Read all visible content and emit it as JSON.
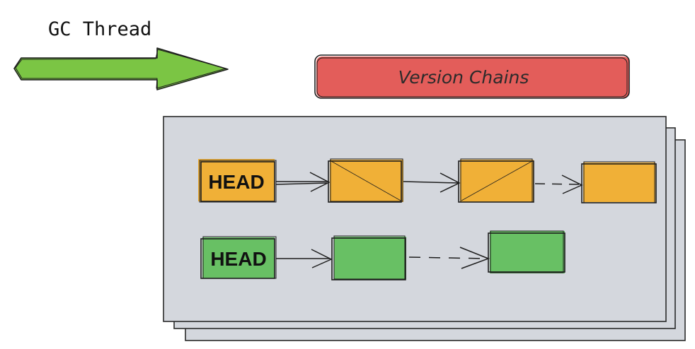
{
  "gc_thread": {
    "label": "GC Thread"
  },
  "version_chains": {
    "label": "Version Chains"
  },
  "chains": [
    {
      "head_label": "HEAD",
      "color": "#F0B037",
      "nodes": 3
    },
    {
      "head_label": "HEAD",
      "color": "#68C064",
      "nodes": 2
    }
  ],
  "colors": {
    "arrow_fill": "#7BC544",
    "banner_fill": "#E35D5A",
    "panel_fill": "#D4D7DD",
    "orange": "#F0B037",
    "green": "#68C064"
  }
}
